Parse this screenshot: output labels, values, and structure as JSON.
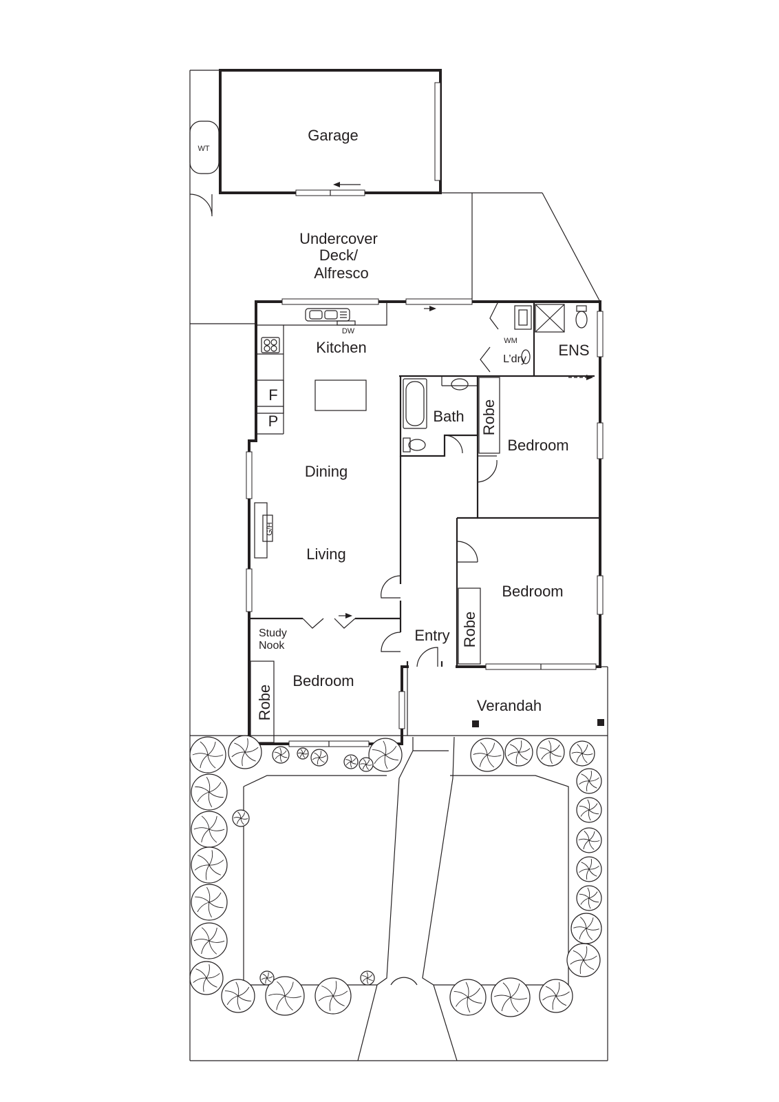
{
  "rooms": {
    "garage": "Garage",
    "wt": "WT",
    "deck_line1": "Undercover",
    "deck_line2": "Deck/",
    "deck_line3": "Alfresco",
    "kitchen": "Kitchen",
    "dw": "DW",
    "fridge": "F",
    "pantry": "P",
    "wm": "WM",
    "laundry": "L’dry",
    "ens": "ENS",
    "bath": "Bath",
    "robe_1": "Robe",
    "bedroom_1": "Bedroom",
    "dining": "Dining",
    "gh": "G/H",
    "living": "Living",
    "bedroom_2": "Bedroom",
    "robe_2": "Robe",
    "study_line1": "Study",
    "study_line2": "Nook",
    "entry": "Entry",
    "bedroom_3": "Bedroom",
    "robe_3": "Robe",
    "verandah": "Verandah"
  },
  "colors": {
    "line": "#231f20",
    "background": "#ffffff"
  }
}
